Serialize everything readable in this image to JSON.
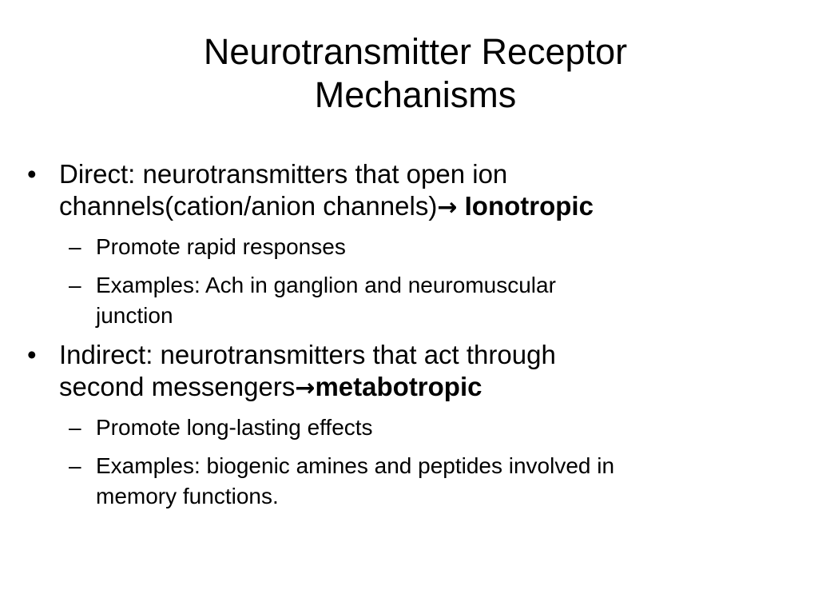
{
  "slide": {
    "title_line1": "Neurotransmitter Receptor",
    "title_line2": "Mechanisms",
    "bullets": [
      {
        "marker": "•",
        "text_line1": "Direct: neurotransmitters that open ion",
        "text_line2_prefix": "channels(cation/anion channels)",
        "arrow": "→",
        "bold_term": " Ionotropic",
        "subitems": [
          {
            "marker": "–",
            "text": "Promote rapid responses"
          },
          {
            "marker": "–",
            "text_line1": "Examples: Ach in ganglion and neuromuscular",
            "text_line2": "junction"
          }
        ]
      },
      {
        "marker": "•",
        "text_line1": "Indirect: neurotransmitters that act through",
        "text_line2_prefix": "second messengers",
        "arrow": "→",
        "bold_term": "metabotropic",
        "subitems": [
          {
            "marker": "–",
            "text": "Promote long-lasting effects"
          },
          {
            "marker": "–",
            "text_line1": "Examples: biogenic amines and peptides involved in",
            "text_line2": "memory functions."
          }
        ]
      }
    ]
  }
}
